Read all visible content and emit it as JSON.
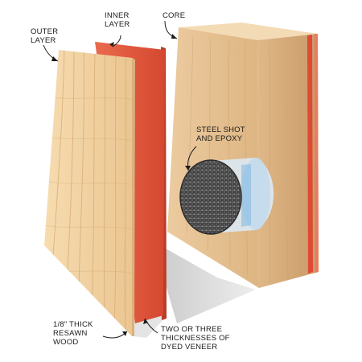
{
  "labels": {
    "outer_layer": [
      "OUTER",
      "LAYER"
    ],
    "inner_layer": [
      "INNER",
      "LAYER"
    ],
    "core": [
      "CORE"
    ],
    "steel_shot": [
      "STEEL SHOT",
      "AND EPOXY"
    ],
    "resawn_wood": [
      "1/8\" THICK",
      "RESAWN",
      "WOOD"
    ],
    "dyed_veneer": [
      "TWO OR THREE",
      "THICKNESSES OF",
      "DYED VENEER"
    ]
  },
  "colors": {
    "outer_wood": "#f2d3a4",
    "outer_grain": "#dcb27c",
    "veneer": "#e65a3f",
    "veneer_dark": "#c23f2a",
    "core_front": "#e6c194",
    "core_side": "#cfa272",
    "core_top": "#f3dbb5",
    "core_stripe": "#de4a34",
    "steel_shot": "#3c3c3c",
    "epoxy_clear": "#dbe9f4",
    "leader_line": "#1a1a1a"
  }
}
